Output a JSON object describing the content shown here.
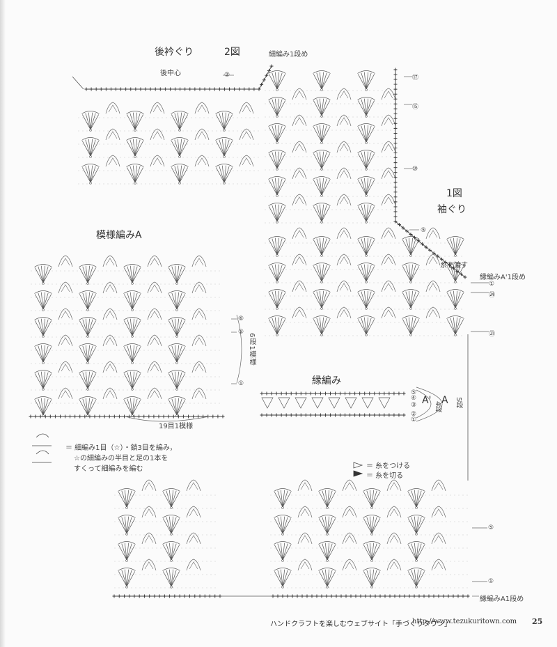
{
  "figure2": {
    "title": "後衿ぐり",
    "number": "2図",
    "center_back": "後中心",
    "note": "細編み1段め"
  },
  "figure1": {
    "number": "1図",
    "title": "袖ぐり",
    "yarn_transfer": "糸を渡す",
    "edge_note": "縁編みA'1段め"
  },
  "pattern_a": {
    "title": "模様編みA",
    "repeat_rows": "6段1模様",
    "repeat_stitches": "19目1模様"
  },
  "edging": {
    "title": "縁編み",
    "label_a_prime": "A'",
    "rows_a_prime": "4段",
    "label_a": "A",
    "rows_a": "5段"
  },
  "bottom": {
    "edge_note": "縁編みA1段め"
  },
  "legend": {
    "text_line1": "＝ 細編み1目（☆）・鎖3目を編み，",
    "text_line2": "☆の細編みの半目と足の1本を",
    "text_line3": "すくって細編みを編む",
    "attach_yarn": "＝ 糸をつける",
    "cut_yarn": "＝ 糸を切る"
  },
  "row_markers": {
    "fig2_row2": "②",
    "fig2_row17": "⑰",
    "fig2_row15": "⑮",
    "fig2_row10": "⑩",
    "fig1_row5": "⑤",
    "fig1_row1": "①",
    "fig1_row24": "㉔",
    "fig1_row21": "㉑",
    "pa_row6": "⑥",
    "pa_row5": "⑤",
    "pa_row1": "①",
    "ed_row5": "⑤",
    "ed_row4": "④",
    "ed_row3": "③",
    "ed_row2": "②",
    "ed_row1": "①",
    "bottom_row5": "⑤",
    "bottom_row1": "①"
  },
  "footer": {
    "site": "ハンドクラフトを楽しむウェブサイト「手づくりタウン」",
    "url": "http://www.tezukuritown.com",
    "page": "25"
  }
}
